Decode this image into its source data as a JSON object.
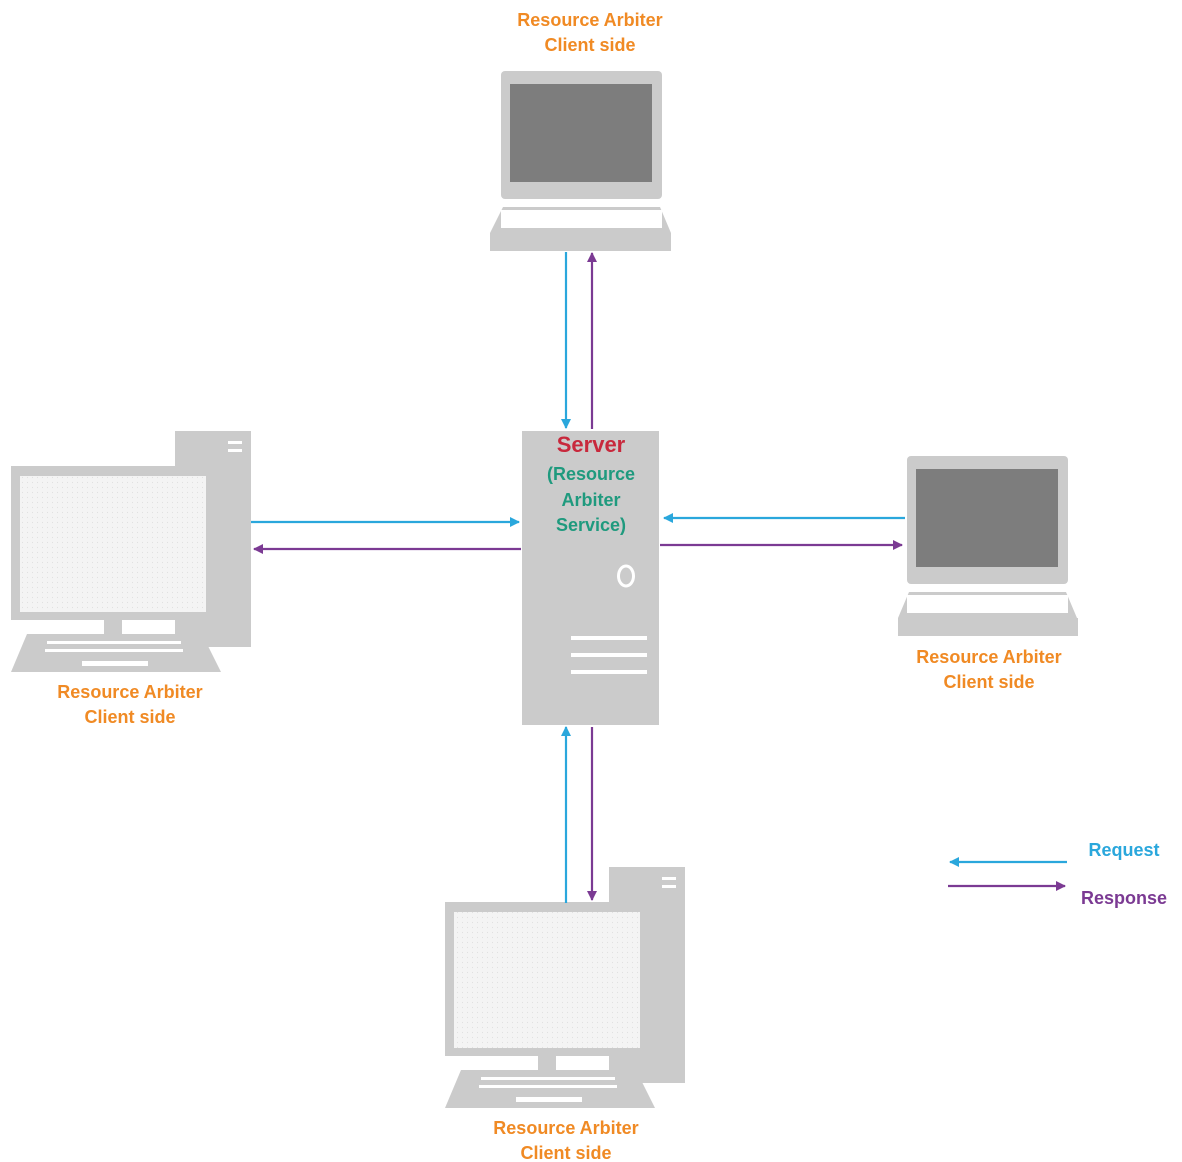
{
  "colors": {
    "client_label": "#f08a24",
    "server_title": "#c8283c",
    "server_subtitle": "#1f9a7e",
    "request": "#2aa7dc",
    "response": "#7b3a93",
    "device_gray": "#cbcbcb",
    "screen_dark": "#7d7d7d",
    "screen_light": "#f4f4f4"
  },
  "server": {
    "title": "Server",
    "subtitle": [
      "(Resource",
      "Arbiter",
      "Service)"
    ]
  },
  "clients": {
    "top": [
      "Resource Arbiter",
      "Client side"
    ],
    "right": [
      "Resource Arbiter",
      "Client side"
    ],
    "left": [
      "Resource Arbiter",
      "Client side"
    ],
    "bottom": [
      "Resource Arbiter",
      "Client side"
    ]
  },
  "legend": {
    "request": "Request",
    "response": "Response"
  }
}
